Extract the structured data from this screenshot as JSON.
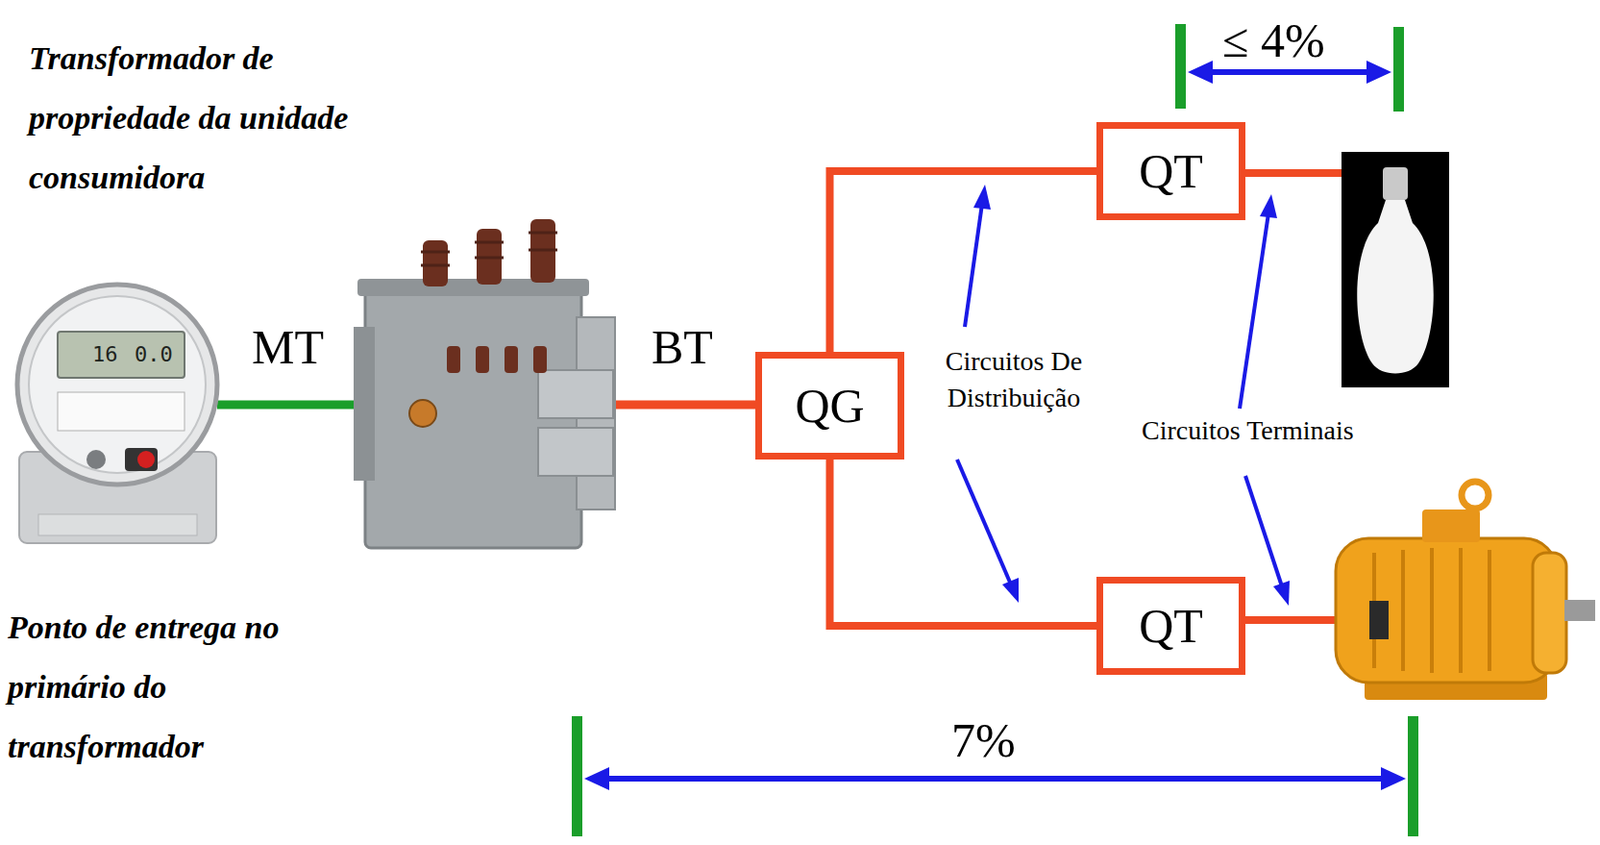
{
  "diagram": {
    "nodes": [
      {
        "text": [
          "QG"
        ]
      },
      {
        "text": [
          "QT"
        ]
      },
      {
        "text": [
          "QT"
        ]
      }
    ],
    "edges": [
      {
        "from": 0,
        "to": 1,
        "arrow": "none"
      },
      {
        "from": 0,
        "to": 2,
        "arrow": "none"
      }
    ],
    "labels": [
      "Transformador de propriedade da unidade consumidora",
      "Ponto de entrega no primário do transformador",
      "MT",
      "BT",
      "Circuitos De Distribuição",
      "Circuitos Terminais",
      "≤ 4%",
      "7%",
      "16",
      "0.0"
    ]
  }
}
